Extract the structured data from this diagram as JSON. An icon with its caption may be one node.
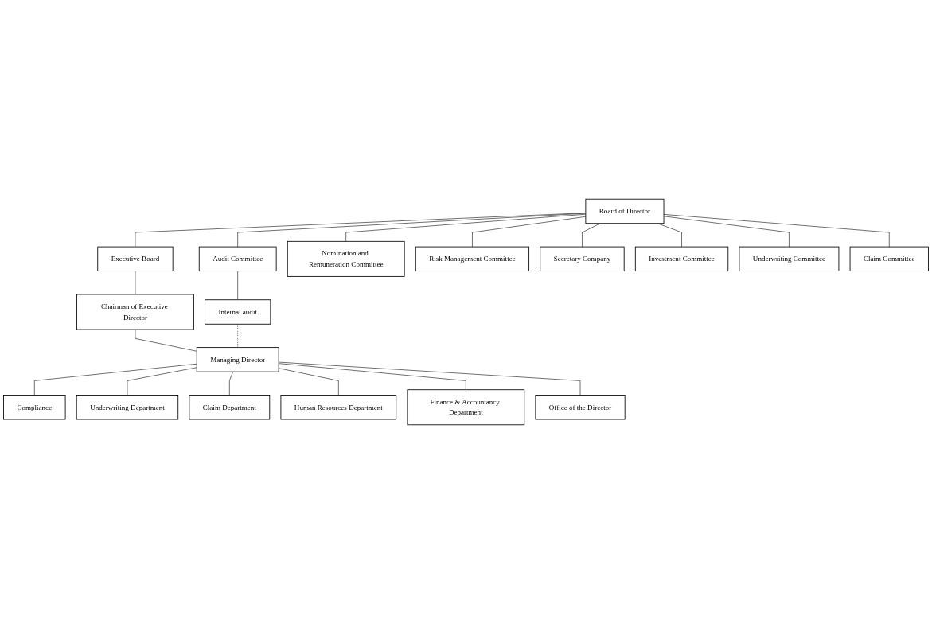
{
  "diagram": {
    "nodes": [
      {
        "text": [
          "Board of Director"
        ]
      },
      {
        "text": [
          "Executive Board"
        ]
      },
      {
        "text": [
          "Chairman of Executive Director"
        ]
      },
      {
        "text": [
          "Managing Director"
        ]
      },
      {
        "text": [
          "Audit Committee"
        ]
      },
      {
        "text": [
          "Internal audit"
        ]
      },
      {
        "text": [
          "Compliance"
        ]
      },
      {
        "text": [
          "Nomination and Remuneration Committee"
        ]
      },
      {
        "text": [
          "Risk Management Committee"
        ]
      },
      {
        "text": [
          "Secretary Company"
        ]
      },
      {
        "text": [
          "Investment Committee"
        ]
      },
      {
        "text": [
          "Underwriting Committee"
        ]
      },
      {
        "text": [
          "Claim Committee"
        ]
      },
      {
        "text": [
          "Underwriting Department"
        ]
      },
      {
        "text": [
          "Claim Department"
        ]
      },
      {
        "text": [
          "Human Resources Department"
        ]
      },
      {
        "text": [
          "Finance & Accountancy Department"
        ]
      },
      {
        "text": [
          "Office of the Director"
        ]
      }
    ],
    "edges": [
      {
        "from": 0,
        "to": 1,
        "arrow": "none"
      },
      {
        "from": 1,
        "to": 2,
        "arrow": "none"
      },
      {
        "from": 2,
        "to": 3,
        "arrow": "none"
      },
      {
        "from": 0,
        "to": 4,
        "arrow": "none"
      },
      {
        "from": 4,
        "to": 5,
        "arrow": "none"
      },
      {
        "from": 5,
        "to": 3,
        "arrow": "none",
        "style": "dashed"
      },
      {
        "from": 0,
        "to": 7,
        "arrow": "none"
      },
      {
        "from": 0,
        "to": 8,
        "arrow": "none"
      },
      {
        "from": 0,
        "to": 9,
        "arrow": "none"
      },
      {
        "from": 0,
        "to": 10,
        "arrow": "none"
      },
      {
        "from": 0,
        "to": 11,
        "arrow": "none"
      },
      {
        "from": 0,
        "to": 12,
        "arrow": "none"
      },
      {
        "from": 3,
        "to": 6,
        "arrow": "none"
      },
      {
        "from": 3,
        "to": 13,
        "arrow": "none"
      },
      {
        "from": 3,
        "to": 14,
        "arrow": "none"
      },
      {
        "from": 3,
        "to": 15,
        "arrow": "none"
      },
      {
        "from": 3,
        "to": 16,
        "arrow": "none"
      },
      {
        "from": 3,
        "to": 17,
        "arrow": "none"
      }
    ]
  }
}
